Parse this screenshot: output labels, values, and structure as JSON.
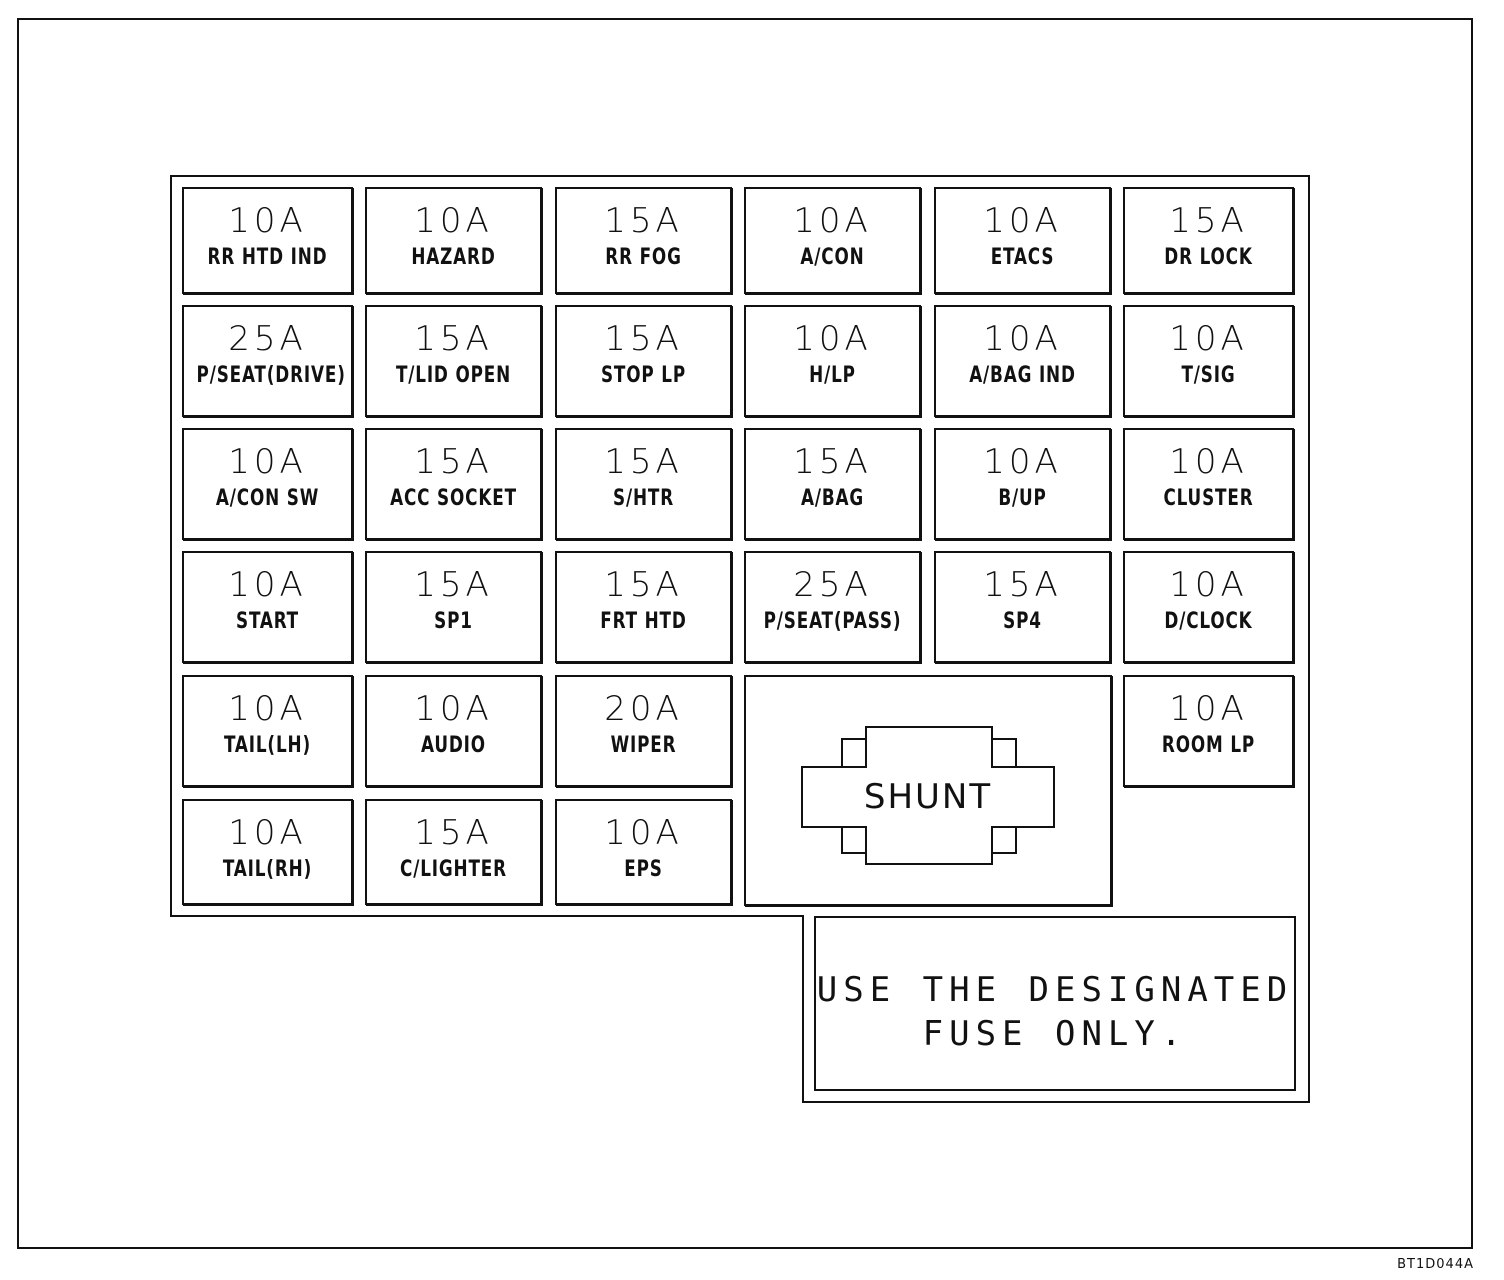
{
  "fuses": [
    {
      "amp": "10A",
      "label": "RR HTD IND"
    },
    {
      "amp": "10A",
      "label": "HAZARD"
    },
    {
      "amp": "15A",
      "label": "RR FOG"
    },
    {
      "amp": "10A",
      "label": "A/CON"
    },
    {
      "amp": "10A",
      "label": "ETACS"
    },
    {
      "amp": "15A",
      "label": "DR LOCK"
    },
    {
      "amp": "25A",
      "label": "P/SEAT(DRIVE)"
    },
    {
      "amp": "15A",
      "label": "T/LID OPEN"
    },
    {
      "amp": "15A",
      "label": "STOP LP"
    },
    {
      "amp": "10A",
      "label": "H/LP"
    },
    {
      "amp": "10A",
      "label": "A/BAG IND"
    },
    {
      "amp": "10A",
      "label": "T/SIG"
    },
    {
      "amp": "10A",
      "label": "A/CON SW"
    },
    {
      "amp": "15A",
      "label": "ACC SOCKET"
    },
    {
      "amp": "15A",
      "label": "S/HTR"
    },
    {
      "amp": "15A",
      "label": "A/BAG"
    },
    {
      "amp": "10A",
      "label": "B/UP"
    },
    {
      "amp": "10A",
      "label": "CLUSTER"
    },
    {
      "amp": "10A",
      "label": "START"
    },
    {
      "amp": "15A",
      "label": "SP1"
    },
    {
      "amp": "15A",
      "label": "FRT HTD"
    },
    {
      "amp": "25A",
      "label": "P/SEAT(PASS)"
    },
    {
      "amp": "15A",
      "label": "SP4"
    },
    {
      "amp": "10A",
      "label": "D/CLOCK"
    },
    {
      "amp": "10A",
      "label": "TAIL(LH)"
    },
    {
      "amp": "10A",
      "label": "AUDIO"
    },
    {
      "amp": "20A",
      "label": "WIPER"
    },
    {
      "amp": "10A",
      "label": "ROOM LP"
    },
    {
      "amp": "10A",
      "label": "TAIL(RH)"
    },
    {
      "amp": "15A",
      "label": "C/LIGHTER"
    },
    {
      "amp": "10A",
      "label": "EPS"
    }
  ],
  "shunt": {
    "label": "SHUNT"
  },
  "note": {
    "line1": "USE THE DESIGNATED",
    "line2": "FUSE ONLY."
  },
  "code": "BT1D044A"
}
